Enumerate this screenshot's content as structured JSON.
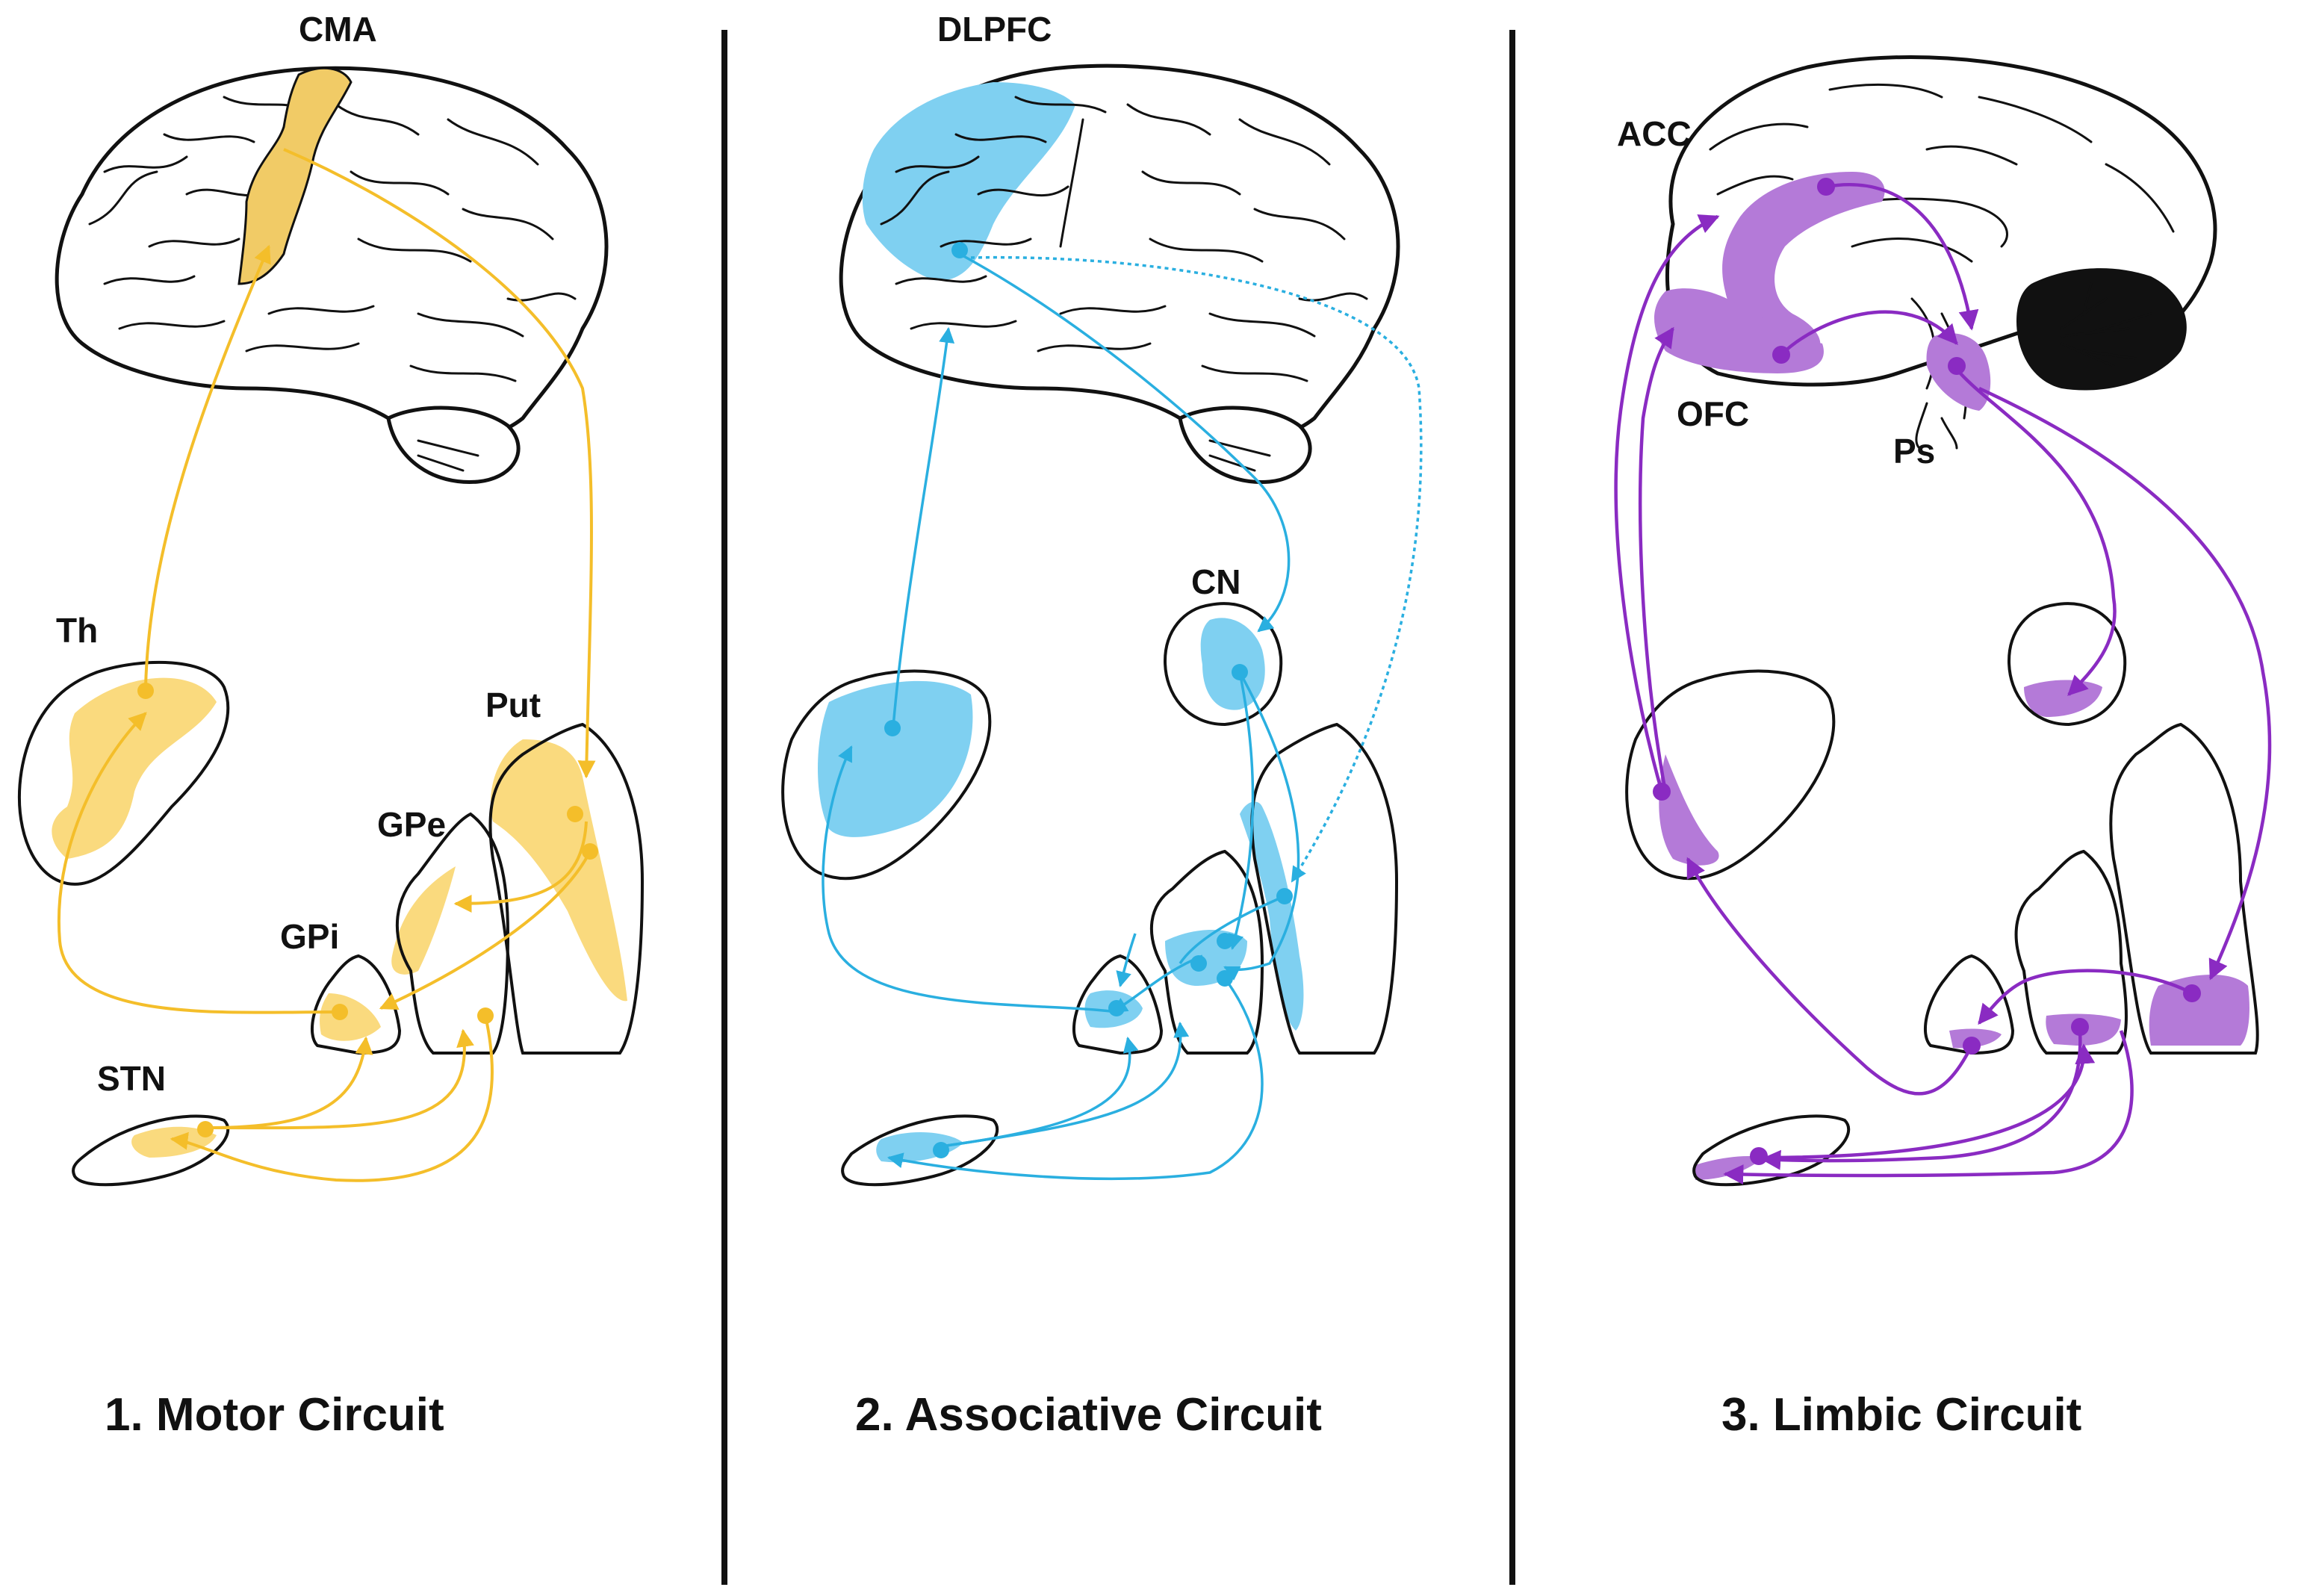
{
  "colors": {
    "motor": "#F4BE2A",
    "motor_fill": "#FADA7E",
    "associative": "#2AAFE0",
    "associative_fill": "#7FD0F1",
    "limbic": "#8A2BC2",
    "limbic_fill": "#B47AD8",
    "outline": "#111111"
  },
  "panels": [
    {
      "title": "1. Motor Circuit",
      "labels": {
        "cortex": "CMA",
        "thalamus": "Th",
        "putamen": "Put",
        "gpe": "GPe",
        "gpi": "GPi",
        "stn": "STN"
      }
    },
    {
      "title": "2. Associative Circuit",
      "labels": {
        "cortex": "DLPFC",
        "caudate": "CN"
      }
    },
    {
      "title": "3. Limbic Circuit",
      "labels": {
        "acc": "ACC",
        "ofc": "OFC",
        "striatum": "Ps"
      }
    }
  ]
}
